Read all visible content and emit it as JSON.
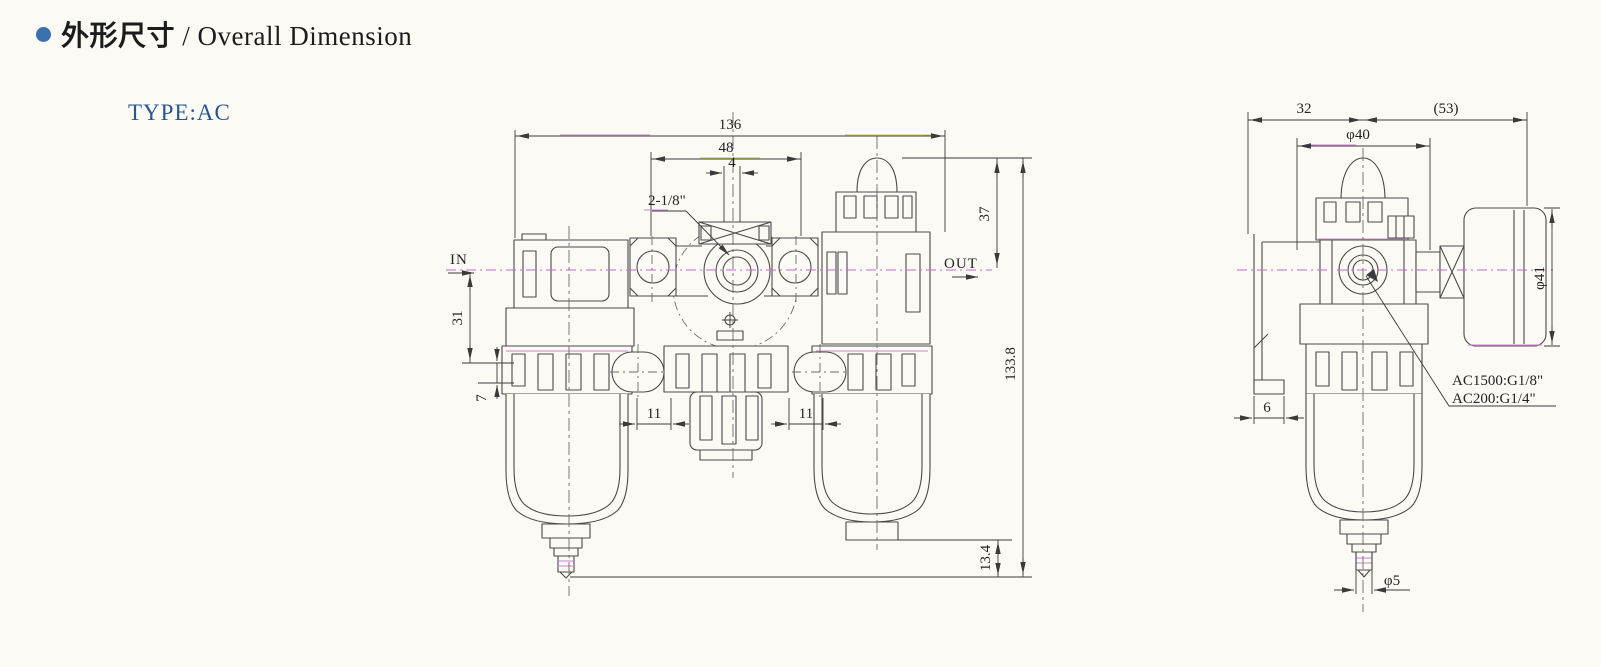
{
  "header": {
    "title_zh": "外形尺寸",
    "title_divider": "/",
    "title_en": "Overall Dimension",
    "type_label": "TYPE:AC"
  },
  "front_view": {
    "labels": {
      "in": "IN",
      "out": "OUT",
      "port_thread": "2-1/8\""
    },
    "dimensions": {
      "overall_width": "136",
      "body_width": "48",
      "port_offset": "4",
      "center_to_top": "37",
      "center_to_bracket": "31",
      "bracket_height": "7",
      "ear_left": "11",
      "ear_right": "11",
      "overall_height": "133.8",
      "drain_length": "13.4"
    }
  },
  "side_view": {
    "dimensions": {
      "body_depth": "32",
      "gauge_depth": "(53)",
      "knob_diameter": "φ40",
      "gauge_diameter": "φ41",
      "bracket_width": "6",
      "drain_diameter": "φ5"
    },
    "port_note": {
      "line1": "AC1500:G1/8\"",
      "line2": "AC200:G1/4\""
    }
  },
  "colors": {
    "bullet_accent": "#3a72b0",
    "type_text": "#27568b",
    "line": "#4a4a4a",
    "centerline_magenta": "#c667c6",
    "scan_artifact_green": "#b9c24d",
    "background": "#fbfaf5"
  }
}
